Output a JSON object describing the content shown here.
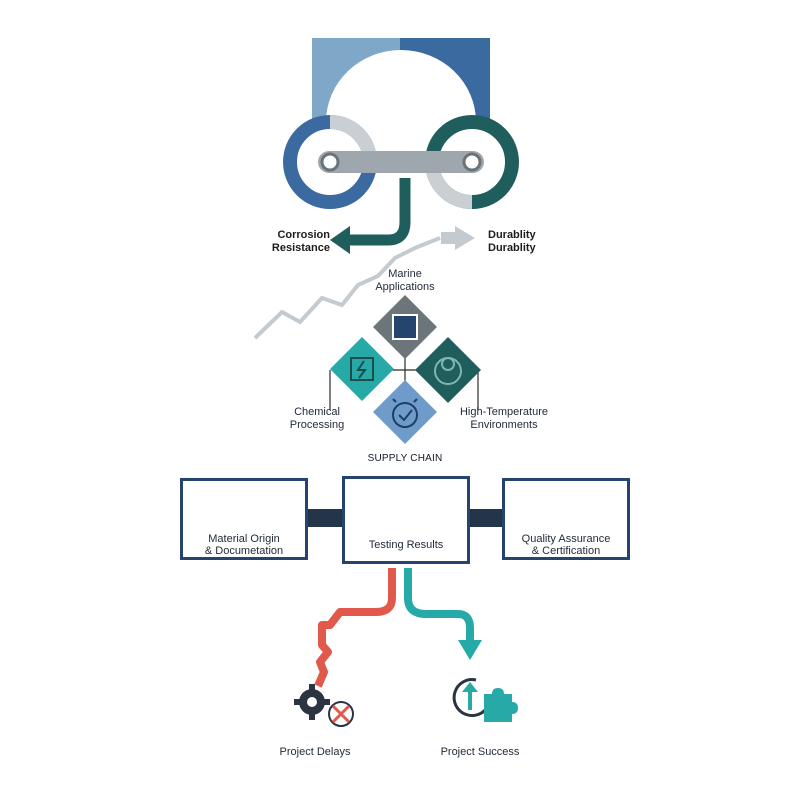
{
  "colors": {
    "navy": "#25456e",
    "blue": "#3a6aa0",
    "light_blue": "#7fa8c8",
    "teal": "#27a9a8",
    "dark_teal": "#1f5e5c",
    "gray": "#9ea7ad",
    "coral": "#e0594a",
    "connector": "#243449"
  },
  "top": {
    "left_label": "Corrosion\nResistance",
    "right_label": "Durablity\nDurablity"
  },
  "applications": {
    "top_label": "Marine\nApplications",
    "left_label": "Chemical\nProcessing",
    "right_label": "High-Temperature\nEnvironments"
  },
  "supply_chain": {
    "title": "SUPPLY CHAIN",
    "boxes": [
      {
        "label": "Material Origin\n& Documetation",
        "icon": "globe-document-icon"
      },
      {
        "label": "Testing Results",
        "icon": "magnifier-flask-icon"
      },
      {
        "label": "Quality Assurance\n& Certification",
        "icon": "shield-check-icon"
      }
    ]
  },
  "outcomes": {
    "failure_label": "Project Delays",
    "success_label": "Project Success",
    "failure_icon": "gears-cross-icon",
    "success_icon": "upload-puzzle-icon"
  }
}
